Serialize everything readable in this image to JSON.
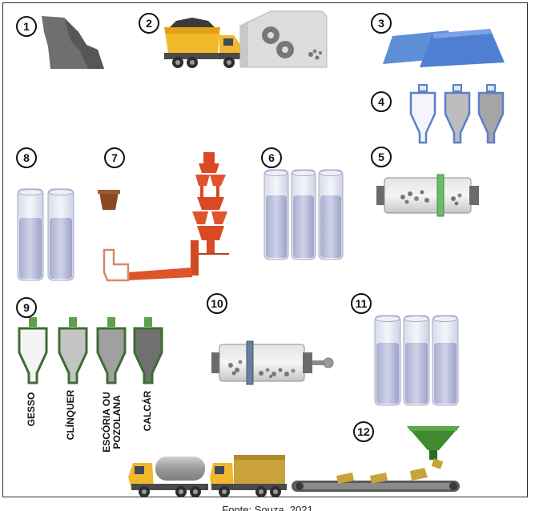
{
  "steps": [
    "1",
    "2",
    "3",
    "4",
    "5",
    "6",
    "7",
    "8",
    "9",
    "10",
    "11",
    "12"
  ],
  "silo_labels": {
    "gesso": "GESSO",
    "clinquer": "CLÍNQUER",
    "escoria_line1": "ESCÓRIA OU",
    "escoria_line2": "POZOLANA",
    "calcar": "CALCÁR"
  },
  "caption": "Fonte: Souza, 2021"
}
